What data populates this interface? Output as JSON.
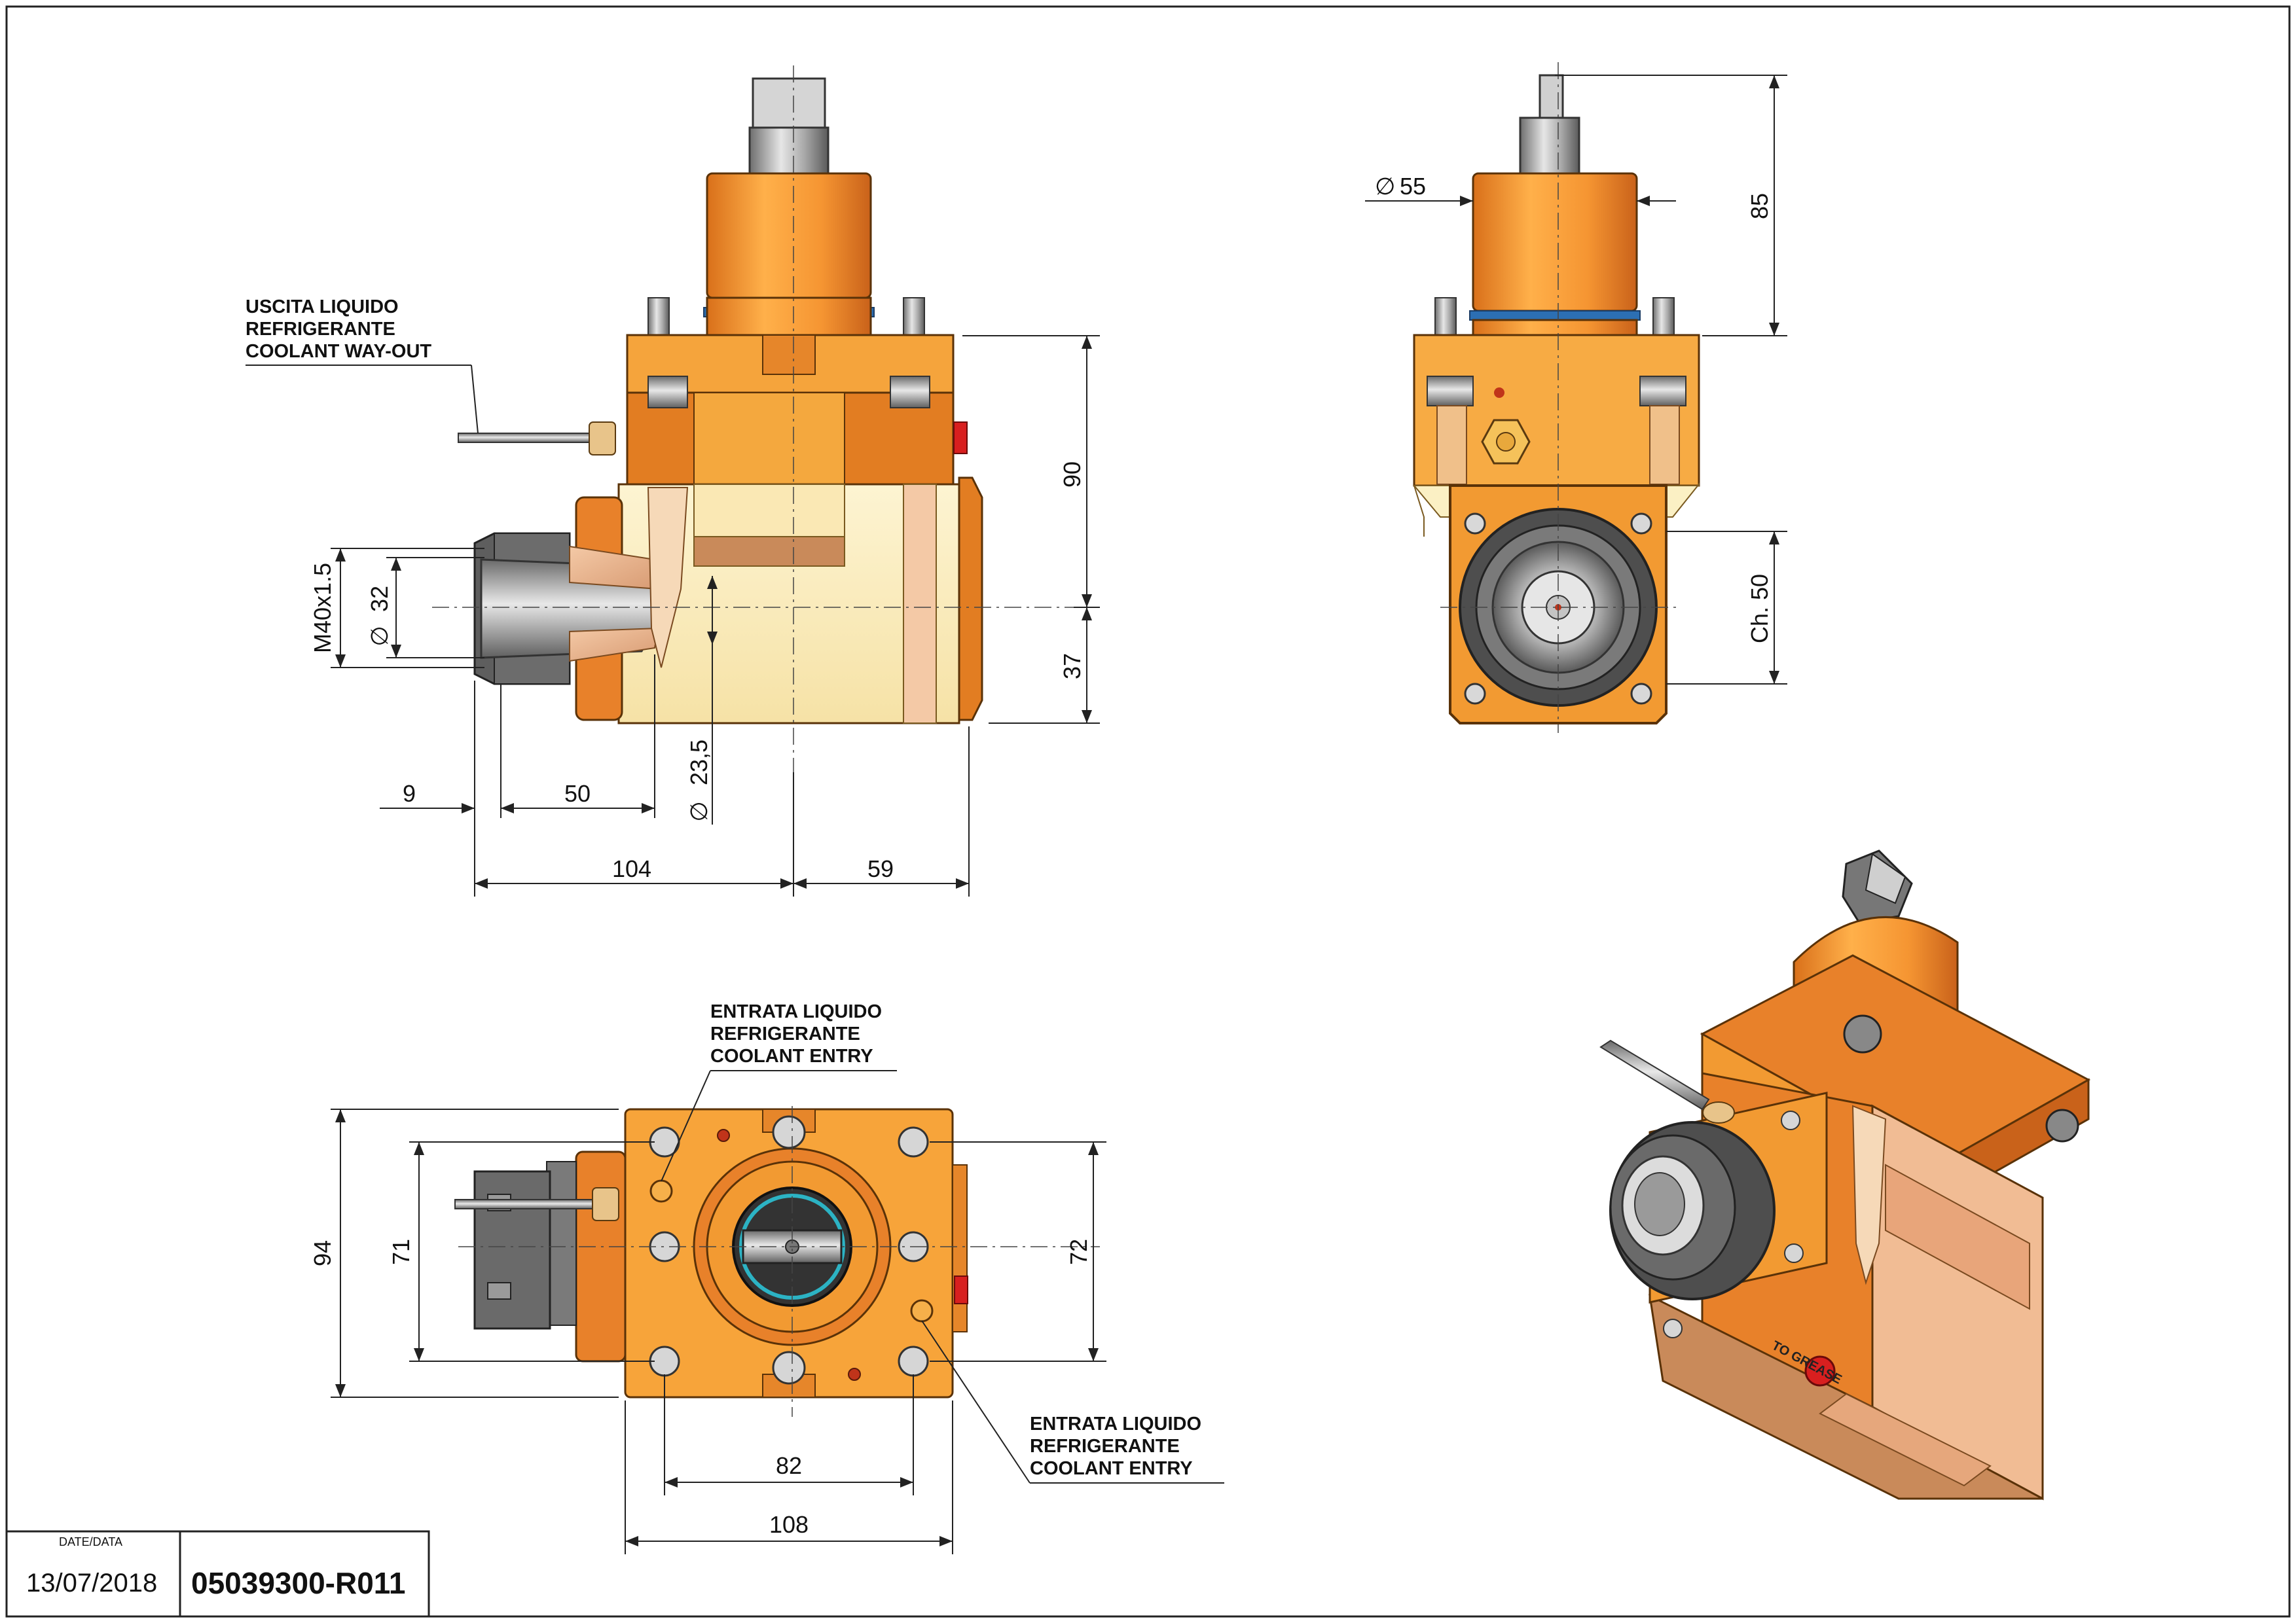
{
  "notes": {
    "coolant_out": [
      "USCITA LIQUIDO",
      "REFRIGERANTE",
      "COOLANT WAY-OUT"
    ],
    "coolant_entry_top": [
      "ENTRATA LIQUIDO",
      "REFRIGERANTE",
      "COOLANT ENTRY"
    ],
    "coolant_entry_bottom": [
      "ENTRATA LIQUIDO",
      "REFRIGERANTE",
      "COOLANT ENTRY"
    ]
  },
  "dims": {
    "side_90": "90",
    "side_37": "37",
    "side_m40": "M40x1.5",
    "side_d32": "32",
    "side_d23": "23,5",
    "side_9": "9",
    "side_50": "50",
    "side_104": "104",
    "side_59": "59",
    "front_d55": "55",
    "front_85": "85",
    "front_ch50": "Ch. 50",
    "top_94": "94",
    "top_71": "71",
    "top_72": "72",
    "top_82": "82",
    "top_108": "108",
    "diameter_symbol": "∅"
  },
  "titleblock": {
    "date_label": "DATE/DATA",
    "date": "13/07/2018",
    "code": "05039300-R011"
  },
  "iso_label": "TO GREASE",
  "colors": {
    "orange": "#f2a23a",
    "dark_orange": "#e07a1e",
    "cream": "#fbf0c4",
    "steel": "#b8b8b8",
    "dark_steel": "#555555",
    "blue_ring": "#2c6fb3",
    "red_plug": "#d81f1f"
  }
}
